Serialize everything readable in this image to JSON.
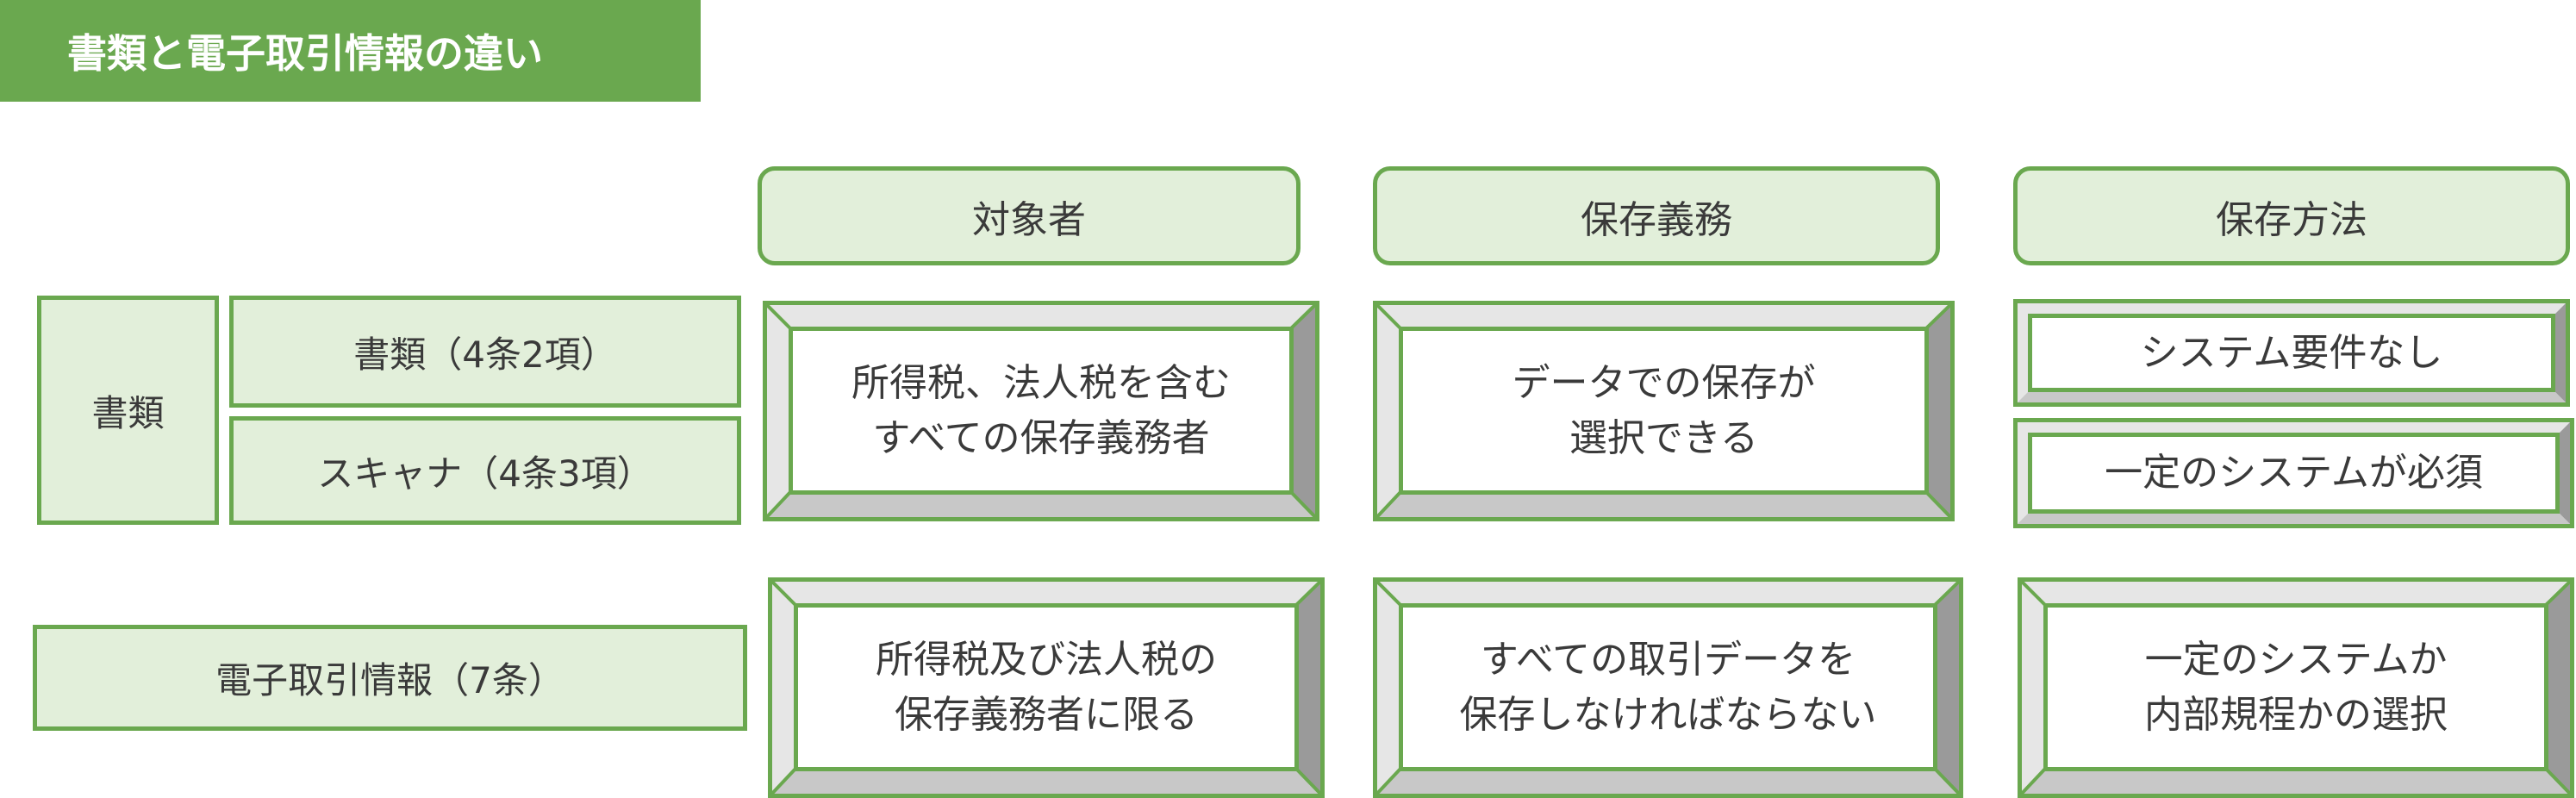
{
  "title": "書類と電子取引情報の違い",
  "columns": [
    "対象者",
    "保存義務",
    "保存方法"
  ],
  "rows": {
    "shorui": {
      "label": "書類",
      "subs": [
        "書類（4条2項）",
        "スキャナ（4条3項）"
      ],
      "target": [
        "所得税、法人税を含む",
        "すべての保存義務者"
      ],
      "obligation": [
        "データでの保存が",
        "選択できる"
      ],
      "methods": [
        "システム要件なし",
        "一定のシステムが必須"
      ]
    },
    "denshi": {
      "label": "電子取引情報（7条）",
      "target": [
        "所得税及び法人税の",
        "保存義務者に限る"
      ],
      "obligation": [
        "すべての取引データを",
        "保存しなければならない"
      ],
      "method": [
        "一定のシステムか",
        "内部規程かの選択"
      ]
    }
  },
  "colors": {
    "accent": "#6aa84f",
    "fill_light": "#e2efda",
    "bevel_light": "#e6e6e6",
    "bevel_side": "#9a9a9a",
    "bevel_bottom": "#c8c8c8",
    "text": "#3a3a3a"
  }
}
